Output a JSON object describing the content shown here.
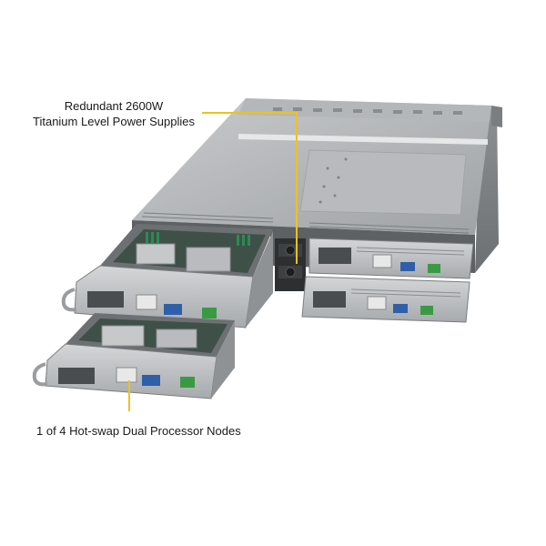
{
  "image": {
    "subject": "2U rackmount server chassis with four hot-swap nodes",
    "background_color": "#ffffff",
    "leader_line_color": "#f0c020"
  },
  "callouts": {
    "psu": {
      "line1": "Redundant 2600W",
      "line2": "Titanium Level Power Supplies"
    },
    "node": {
      "text": "1 of 4 Hot-swap Dual Processor Nodes"
    }
  }
}
